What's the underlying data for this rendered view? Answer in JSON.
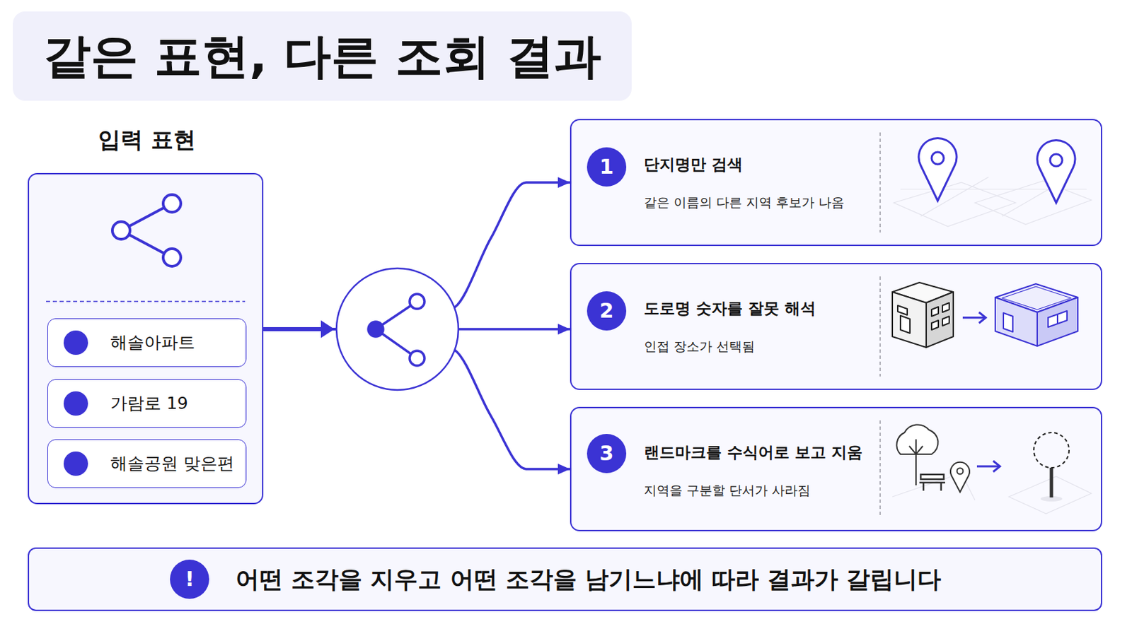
{
  "diagram": {
    "title": "같은 표현, 다른 조회 결과",
    "nodes": [
      {
        "text": [
          "입력 표현"
        ]
      },
      {
        "text": [
          "해솔아파트"
        ],
        "in": 0
      },
      {
        "text": [
          "가람로 19"
        ],
        "in": 0
      },
      {
        "text": [
          "해솔공원 맞은편"
        ],
        "in": 0
      },
      {
        "text": [
          "단지명만 검색",
          "같은 이름의 다른 지역 후보가 나옴"
        ]
      },
      {
        "text": [
          "1"
        ],
        "in": 4
      },
      {
        "text": [
          "도로명 숫자를 잘못 해석",
          "인접 장소가 선택됨"
        ]
      },
      {
        "text": [
          "2"
        ],
        "in": 6
      },
      {
        "text": [
          "랜드마크를 수식어로 보고 지움",
          "지역을 구분할 단서가 사라짐"
        ]
      },
      {
        "text": [
          "3"
        ],
        "in": 8
      },
      {
        "text": [
          "어떤 조각을 지우고 어떤 조각을 남기느냐에 따라 결과가 갈립니다"
        ]
      },
      {
        "text": [
          "!"
        ],
        "in": 10
      }
    ],
    "edges": [
      {
        "from": 0,
        "to": 4,
        "arrow": "to"
      },
      {
        "from": 0,
        "to": 6,
        "arrow": "to"
      },
      {
        "from": 0,
        "to": 8,
        "arrow": "to"
      }
    ]
  }
}
